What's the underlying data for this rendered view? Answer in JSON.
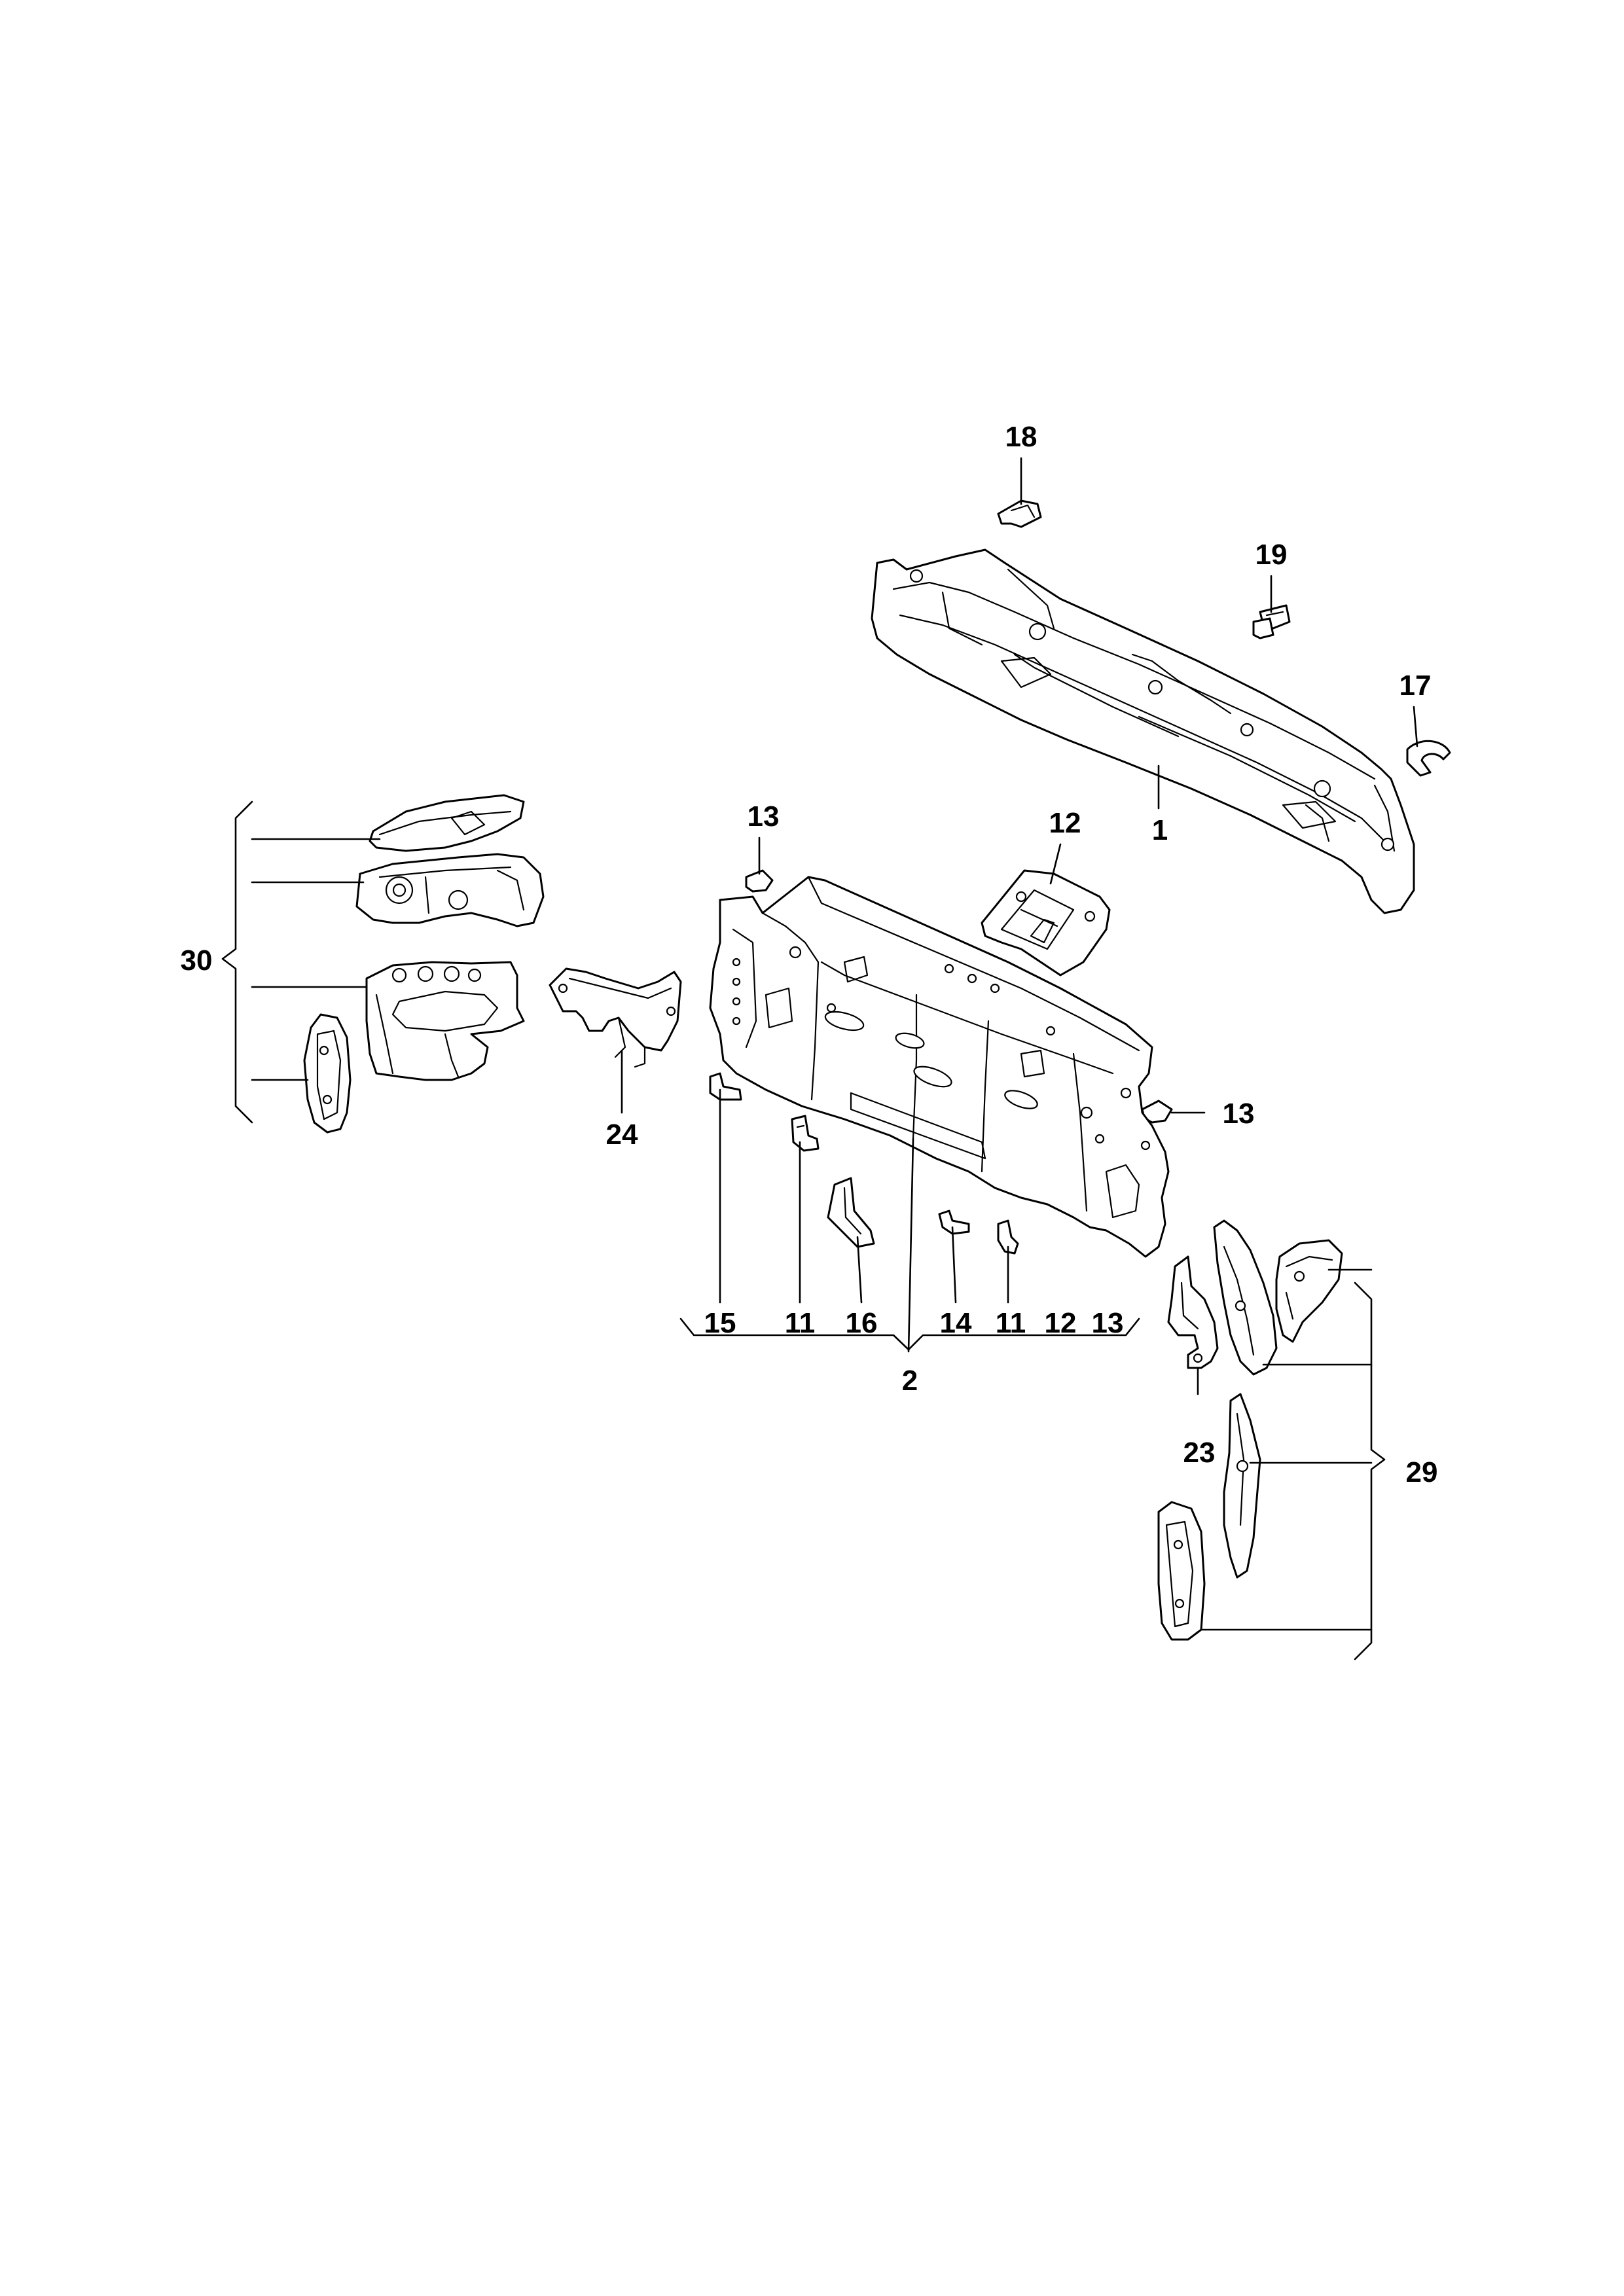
{
  "diagram": {
    "callouts": [
      {
        "id": "c18",
        "label": "18"
      },
      {
        "id": "c19",
        "label": "19"
      },
      {
        "id": "c17",
        "label": "17"
      },
      {
        "id": "c1",
        "label": "1"
      },
      {
        "id": "c12top",
        "label": "12"
      },
      {
        "id": "c13top",
        "label": "13"
      },
      {
        "id": "c13right",
        "label": "13"
      },
      {
        "id": "c30",
        "label": "30"
      },
      {
        "id": "c24",
        "label": "24"
      },
      {
        "id": "c15",
        "label": "15"
      },
      {
        "id": "c11a",
        "label": "11"
      },
      {
        "id": "c16",
        "label": "16"
      },
      {
        "id": "c14",
        "label": "14"
      },
      {
        "id": "c11b",
        "label": "11"
      },
      {
        "id": "c12bottom",
        "label": "12"
      },
      {
        "id": "c13bottom",
        "label": "13"
      },
      {
        "id": "c2",
        "label": "2"
      },
      {
        "id": "c23",
        "label": "23"
      },
      {
        "id": "c29",
        "label": "29"
      }
    ]
  }
}
